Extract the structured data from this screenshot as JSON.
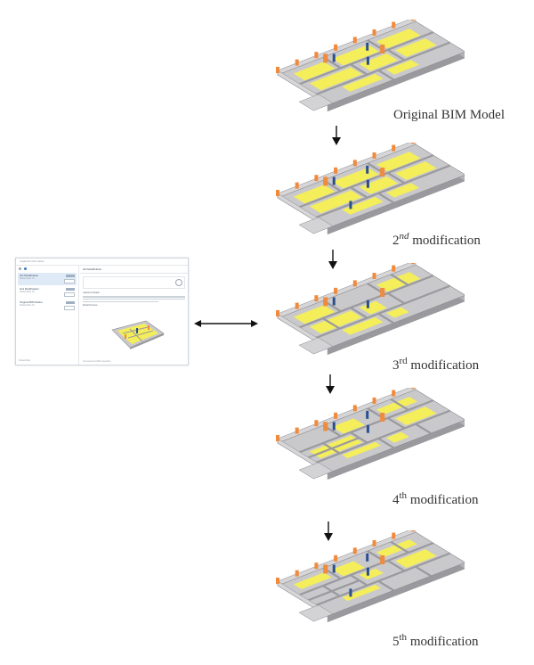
{
  "app_panel": {
    "window_title": "Captured information",
    "main_header": "3rd Modification",
    "description_label": "Captured Details",
    "model_label": "Model Preview",
    "sidebar_items": [
      {
        "title": "3rd Modification",
        "subtitle": "Stakeholder 01"
      },
      {
        "title": "2nd Modification",
        "subtitle": "Stakeholder 01"
      },
      {
        "title": "Original BIM Model",
        "subtitle": "Stakeholder 01"
      }
    ],
    "sidebar_footer": "Stakeholder",
    "bottom_note": "Connected to BIM repository"
  },
  "captions": {
    "original": "Original BIM Model",
    "m2_num": "2",
    "m2_sup": "nd",
    "m3_num": "3",
    "m3_sup": "rd",
    "m4_num": "4",
    "m4_sup": "th",
    "m5_num": "5",
    "m5_sup": "th",
    "modification": "modification"
  },
  "colors": {
    "floor": "#f4ee5a",
    "wall": "#c9c9cc",
    "wall_dark": "#9a9a9e",
    "column": "#f08a3c",
    "door": "#2a4f8f",
    "arrow": "#111111"
  }
}
